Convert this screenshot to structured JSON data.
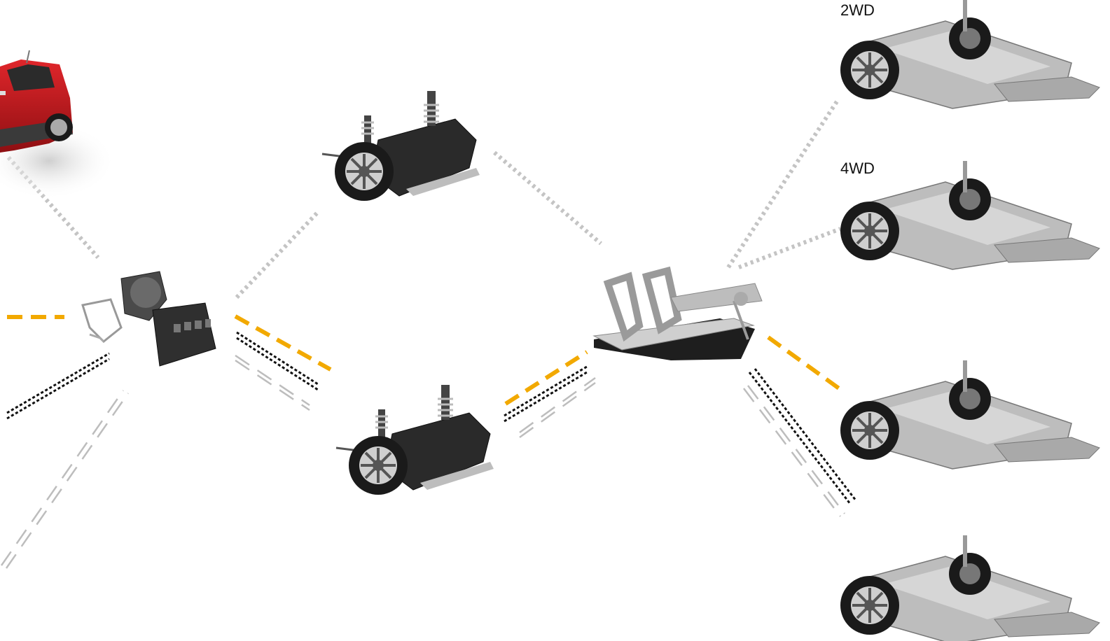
{
  "labels": {
    "wd2": "2WD",
    "wd4": "4WD"
  },
  "components": [
    {
      "id": "car",
      "icon": "car-icon"
    },
    {
      "id": "engine-module",
      "icon": "engine-module-icon"
    },
    {
      "id": "front-axle-upper",
      "icon": "front-axle-icon"
    },
    {
      "id": "front-axle-lower",
      "icon": "front-axle-icon"
    },
    {
      "id": "body-structure",
      "icon": "body-frame-icon"
    },
    {
      "id": "platform-2wd",
      "icon": "rear-platform-icon"
    },
    {
      "id": "platform-4wd",
      "icon": "rear-platform-icon"
    },
    {
      "id": "platform-3",
      "icon": "rear-platform-icon"
    },
    {
      "id": "platform-4",
      "icon": "rear-platform-icon"
    }
  ],
  "colors": {
    "gray": "#c4c4c4",
    "orange": "#f2a900",
    "black": "#111111",
    "car_red": "#c3161c",
    "metal": "#b9b9b9",
    "tire": "#1a1a1a"
  }
}
